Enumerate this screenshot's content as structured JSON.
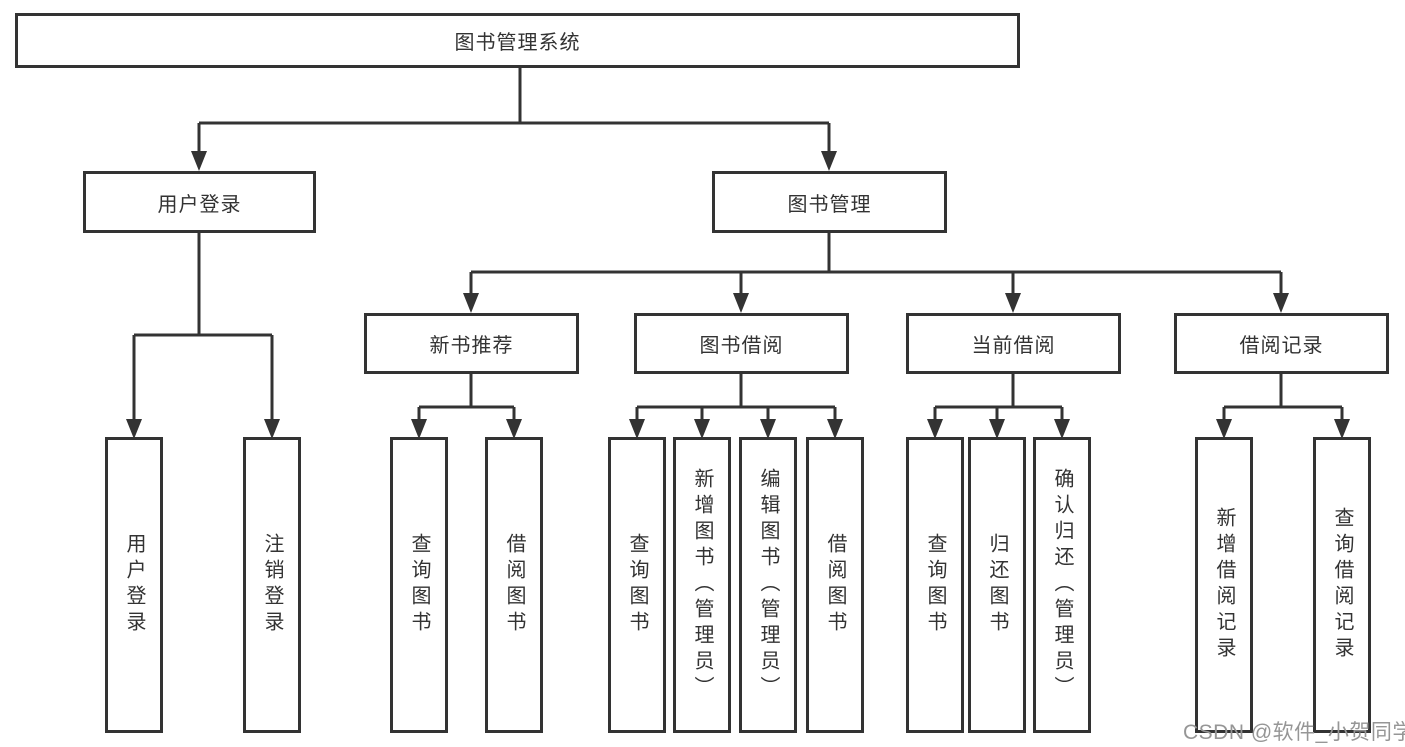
{
  "tree": {
    "root": {
      "label": "图书管理系统",
      "children": [
        {
          "label": "用户登录",
          "children": [
            {
              "label": "用户登录"
            },
            {
              "label": "注销登录"
            }
          ]
        },
        {
          "label": "图书管理",
          "children": [
            {
              "label": "新书推荐",
              "children": [
                {
                  "label": "查询图书"
                },
                {
                  "label": "借阅图书"
                }
              ]
            },
            {
              "label": "图书借阅",
              "children": [
                {
                  "label": "查询图书"
                },
                {
                  "label": "新增图书（管理员）"
                },
                {
                  "label": "编辑图书（管理员）"
                },
                {
                  "label": "借阅图书"
                }
              ]
            },
            {
              "label": "当前借阅",
              "children": [
                {
                  "label": "查询图书"
                },
                {
                  "label": "归还图书"
                },
                {
                  "label": "确认归还（管理员）"
                }
              ]
            },
            {
              "label": "借阅记录",
              "children": [
                {
                  "label": "新增借阅记录"
                },
                {
                  "label": "查询借阅记录"
                }
              ]
            }
          ]
        }
      ]
    }
  },
  "watermark": {
    "text": "CSDN @软件_小贺同学"
  },
  "colors": {
    "line": "#333333",
    "text": "#333333",
    "watermark_gray": "#969696",
    "background": "#ffffff"
  }
}
